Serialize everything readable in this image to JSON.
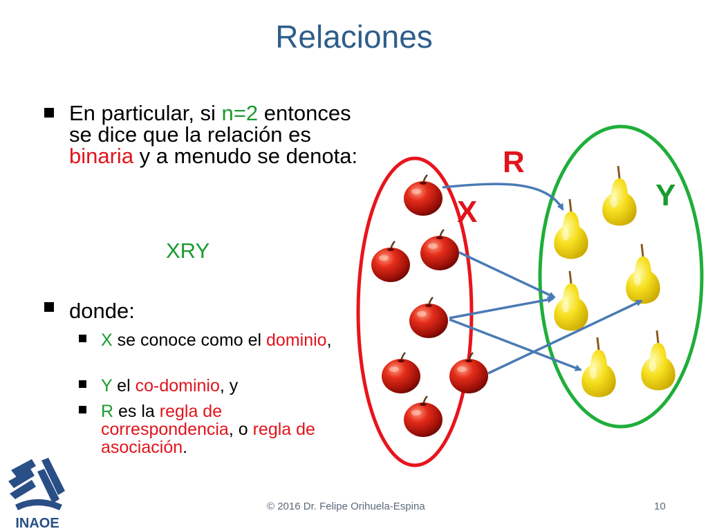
{
  "slide": {
    "title": "Relaciones",
    "bullet1": {
      "p1": "En particular, si ",
      "p2": "n=2",
      "p3": " entonces se dice que la relación es ",
      "p4": "binaria",
      "p5": " y a menudo se denota:"
    },
    "notation": "XRY",
    "bullet2": "donde:",
    "sub1": {
      "p1": "X",
      "p2": " se conoce como el ",
      "p3": "dominio",
      "p4": ","
    },
    "sub2": {
      "p1": "Y",
      "p2": " el ",
      "p3": "co-dominio",
      "p4": ", y"
    },
    "sub3": {
      "p1": "R",
      "p2": " es la ",
      "p3": "regla de correspondencia",
      "p4": ", o ",
      "p5": "regla de asociación",
      "p6": "."
    },
    "diagram": {
      "label_r": "R",
      "label_x": "X",
      "label_y": "Y"
    },
    "footer": {
      "copyright": "© 2016 Dr. Felipe Orihuela-Espina",
      "page": "10"
    },
    "logo_text": "INAOE"
  },
  "colors": {
    "title": "#2f5d8a",
    "green": "#1a9a2e",
    "red": "#e0141c",
    "arrow": "#4a7ab5",
    "domain_ellipse": "#e8141c",
    "codomain_ellipse": "#1fae3a",
    "logo": "#2a4f86"
  },
  "icons": [
    "apple-icon",
    "pear-icon",
    "inaoe-logo-icon"
  ]
}
